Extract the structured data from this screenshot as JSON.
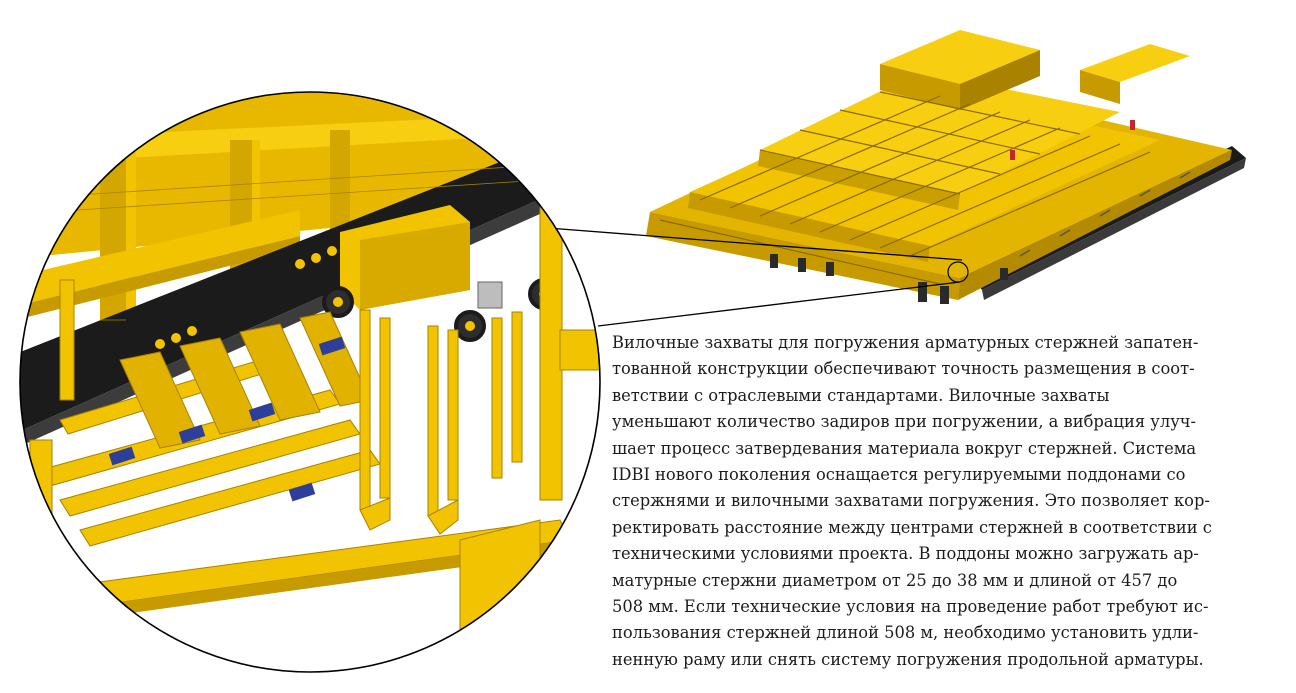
{
  "caption": {
    "lines": [
      "Вилочные захваты для погружения арматурных стержней запатен-",
      "тованной конструкции обеспечивают точность размещения в соот-",
      "ветствии с отраслевыми стандартами. Вилочные захваты",
      "уменьшают количество задиров при погружении, а вибрация улуч-",
      "шает процесс затвердевания материала вокруг стержней. Система",
      "IDBI нового поколения оснащается регулируемыми поддонами со",
      "стержнями и вилочными захватами погружения. Это позволяет кор-",
      "ректировать расстояние между центрами стержней в соответствии с",
      "техническими условиями проекта. В поддоны можно загружать ар-",
      "матурные стержни диаметром от 25 до 38 мм и длиной от 457 до",
      "508 мм. Если технические условия на проведение работ требуют ис-",
      "пользования стержней длиной 508 м, необходимо установить удли-",
      "ненную раму или снять систему погружения продольной арматуры."
    ]
  },
  "colors": {
    "machine_yellow": "#f2c300",
    "machine_shadow": "#c79a00",
    "machine_dark": "#8a6a00",
    "rail_black": "#1b1b1b",
    "roller_blue": "#2d3f9a",
    "outline": "#000000"
  }
}
